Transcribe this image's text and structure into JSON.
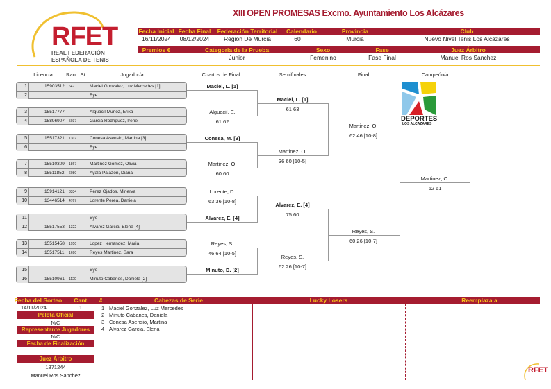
{
  "title": "XIII OPEN PROMESAS Excmo. Ayuntamiento Los Alcázares",
  "logo": {
    "text": "RFET",
    "sub1": "REAL FEDERACIÓN",
    "sub2": "ESPAÑOLA DE TENIS"
  },
  "sponsor": {
    "line1": "DEPORTES",
    "line2": "LOS ALCAZARES"
  },
  "info1": {
    "headers": [
      "Fecha Inicial",
      "Fecha Final",
      "Federación Territorial",
      "Calendario",
      "Provincia",
      "Club"
    ],
    "values": [
      "16/11/2024",
      "08/12/2024",
      "Region De Murcia",
      "60",
      "Murcia",
      "Nuevo Nivel Tenis Los Alcazares"
    ]
  },
  "info2": {
    "headers": [
      "Premios €",
      "Categoria de la Prueba",
      "Sexo",
      "Fase",
      "Juez Árbitro"
    ],
    "values": [
      "",
      "Junior",
      "Femenino",
      "Fase Final",
      "Manuel Ros Sanchez"
    ]
  },
  "columns": [
    "Licencia",
    "Ran",
    "St",
    "Jugador/a",
    "Cuartos de Final",
    "Semifinales",
    "Final",
    "Campeón/a"
  ],
  "draw": [
    {
      "n": "1",
      "lic": "15903512",
      "rank": "647",
      "name": "Maciel Gonzalez, Luz Mercedes [1]"
    },
    {
      "n": "2",
      "lic": "",
      "rank": "",
      "name": "Bye"
    },
    {
      "n": "3",
      "lic": "15517777",
      "rank": "",
      "name": "Alguacil Muñoz, Erika"
    },
    {
      "n": "4",
      "lic": "15896907",
      "rank": "5037",
      "name": "Garcia Rodriguez, Irene"
    },
    {
      "n": "5",
      "lic": "15517321",
      "rank": "1307",
      "name": "Conesa Asensio, Martina [3]"
    },
    {
      "n": "6",
      "lic": "",
      "rank": "",
      "name": "Bye"
    },
    {
      "n": "7",
      "lic": "15510309",
      "rank": "1867",
      "name": "Martinez Gomez, Olivia"
    },
    {
      "n": "8",
      "lic": "15511852",
      "rank": "6080",
      "name": "Ayala Palazon, Diana"
    },
    {
      "n": "9",
      "lic": "15914121",
      "rank": "3334",
      "name": "Pérez Ojados, Minerva"
    },
    {
      "n": "10",
      "lic": "13446514",
      "rank": "4767",
      "name": "Lorente Perea, Daniela"
    },
    {
      "n": "11",
      "lic": "",
      "rank": "",
      "name": "Bye"
    },
    {
      "n": "12",
      "lic": "15517553",
      "rank": "1322",
      "name": "Alvarez Garcia, Elena [4]"
    },
    {
      "n": "13",
      "lic": "15515458",
      "rank": "1950",
      "name": "Lopez Hernandez, Maria"
    },
    {
      "n": "14",
      "lic": "15517511",
      "rank": "1690",
      "name": "Reyes Martinez, Sara"
    },
    {
      "n": "15",
      "lic": "",
      "rank": "",
      "name": "Bye"
    },
    {
      "n": "16",
      "lic": "15510961",
      "rank": "1120",
      "name": "Minuto Cabanes, Daniela [2]"
    }
  ],
  "quarterfinals": [
    {
      "name": "Maciel, L. [1]",
      "score": "",
      "bold": true
    },
    {
      "name": "Alguacil, E.",
      "score": "61 62",
      "bold": false
    },
    {
      "name": "Conesa, M. [3]",
      "score": "",
      "bold": true
    },
    {
      "name": "Martinez, O.",
      "score": "60 60",
      "bold": false
    },
    {
      "name": "Lorente, D.",
      "score": "63 36 [10-8]",
      "bold": false
    },
    {
      "name": "Alvarez, E. [4]",
      "score": "",
      "bold": true
    },
    {
      "name": "Reyes, S.",
      "score": "46 64 [10-5]",
      "bold": false
    },
    {
      "name": "Minuto, D. [2]",
      "score": "",
      "bold": true
    }
  ],
  "semifinals": [
    {
      "name": "Maciel, L. [1]",
      "score": "61 63",
      "bold": true
    },
    {
      "name": "Martinez, O.",
      "score": "36 60 [10-5]",
      "bold": false
    },
    {
      "name": "Alvarez, E. [4]",
      "score": "75 60",
      "bold": true
    },
    {
      "name": "Reyes, S.",
      "score": "62 26 [10-7]",
      "bold": false
    }
  ],
  "final": [
    {
      "name": "Martinez, O.",
      "score": "62 46 [10-8]",
      "bold": false
    },
    {
      "name": "Reyes, S.",
      "score": "60 26 [10-7]",
      "bold": false
    }
  ],
  "champion": {
    "name": "Martinez, O.",
    "score": "62 61"
  },
  "bottom": {
    "headers": {
      "fecha_sorteo": "Fecha del Sorteo",
      "cant": "Cant.",
      "hash": "#",
      "cabezas": "Cabezas de Serie",
      "lucky": "Lucky Losers",
      "reemplaza": "Reemplaza a"
    },
    "fecha_sorteo": "14/11/2024",
    "cant": "1",
    "pelota_label": "Pelota Oficial",
    "pelota": "N/C",
    "representante_label": "Representante Jugadores",
    "representante": "N/C",
    "finalizacion_label": "Fecha de Finalización",
    "finalizacion": "",
    "juez_label": "Juez Árbitro",
    "juez_id": "1871244",
    "juez_name": "Manuel Ros Sanchez",
    "seeds": [
      {
        "n": "1",
        "name": "Maciel Gonzalez, Luz Mercedes"
      },
      {
        "n": "2",
        "name": "Minuto Cabanes, Daniela"
      },
      {
        "n": "3",
        "name": "Conesa Asensio, Martina"
      },
      {
        "n": "4",
        "name": "Alvarez Garcia, Elena"
      }
    ]
  },
  "colors": {
    "brand": "#a51c30",
    "header_text": "#f7c21a"
  }
}
